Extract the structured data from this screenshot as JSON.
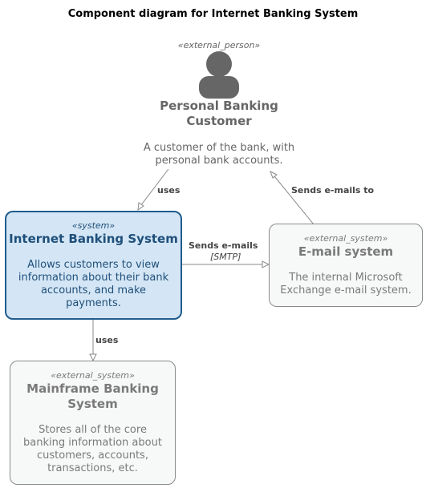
{
  "title": "Component diagram for Internet Banking System",
  "person": {
    "stereotype": "«external_person»",
    "name_line1": "Personal Banking",
    "name_line2": "Customer",
    "desc_line1": "A customer of the bank, with",
    "desc_line2": "personal bank accounts."
  },
  "internet_banking": {
    "stereotype": "«system»",
    "name": "Internet Banking System",
    "desc_lines": [
      "Allows customers to view",
      "information about their bank",
      "accounts, and make",
      "payments."
    ]
  },
  "email_system": {
    "stereotype": "«external_system»",
    "name": "E-mail system",
    "desc_lines": [
      "The internal Microsoft",
      "Exchange e-mail system."
    ]
  },
  "mainframe": {
    "stereotype": "«external_system»",
    "name_lines": [
      "Mainframe Banking",
      "System"
    ],
    "desc_lines": [
      "Stores all of the core",
      "banking information about",
      "customers, accounts,",
      "transactions, etc."
    ]
  },
  "relations": {
    "customer_uses": "uses",
    "email_to_customer": "Sends e-mails to",
    "ibs_to_email": "Sends e-mails",
    "ibs_to_email_tech": "[SMTP]",
    "ibs_uses_mainframe": "uses"
  }
}
